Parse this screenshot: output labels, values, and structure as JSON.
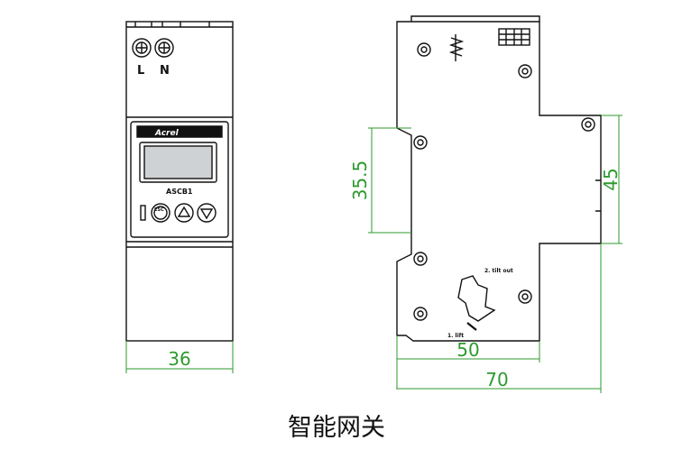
{
  "caption": "智能网关",
  "front_view": {
    "terminal_labels": [
      "L",
      "N"
    ],
    "brand": "Acrel",
    "model": "ASCB1",
    "esc_label": "ESC"
  },
  "side_view": {
    "label_lift": "1. lift",
    "label_tilt": "2. tilt out"
  },
  "dimensions": {
    "front_width": "36",
    "side_height": "35.5",
    "side_right_height": "45",
    "side_inner_width": "50",
    "side_total_width": "70"
  },
  "colors": {
    "line": "#111111",
    "dimension": "#2e9a2e",
    "screen": "#cfd2d4"
  }
}
